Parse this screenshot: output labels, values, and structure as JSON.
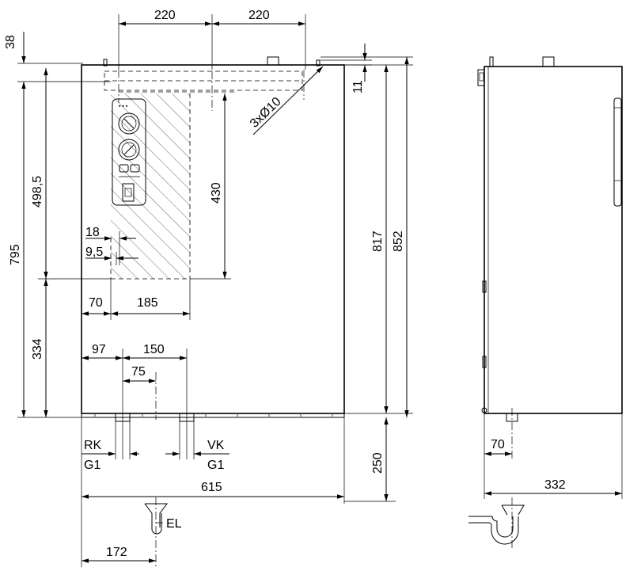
{
  "front_view": {
    "dims": {
      "top_spacing_left": "220",
      "top_spacing_right": "220",
      "top_offset": "38",
      "top_small": "11",
      "holes": "3xØ10",
      "height_498": "498,5",
      "height_795": "795",
      "height_334": "334",
      "height_430": "430",
      "height_817": "817",
      "height_852": "852",
      "height_250": "250",
      "offset_18": "18",
      "offset_9_5": "9,5",
      "width_70": "70",
      "width_185": "185",
      "width_97": "97",
      "width_150": "150",
      "width_75": "75",
      "total_width": "615",
      "drain_offset": "172"
    },
    "labels": {
      "return_connection": "RK",
      "return_thread": "G1",
      "flow_connection": "VK",
      "flow_thread": "G1",
      "drain": "EL"
    }
  },
  "side_view": {
    "dims": {
      "bottom_offset": "70",
      "depth": "332"
    }
  }
}
